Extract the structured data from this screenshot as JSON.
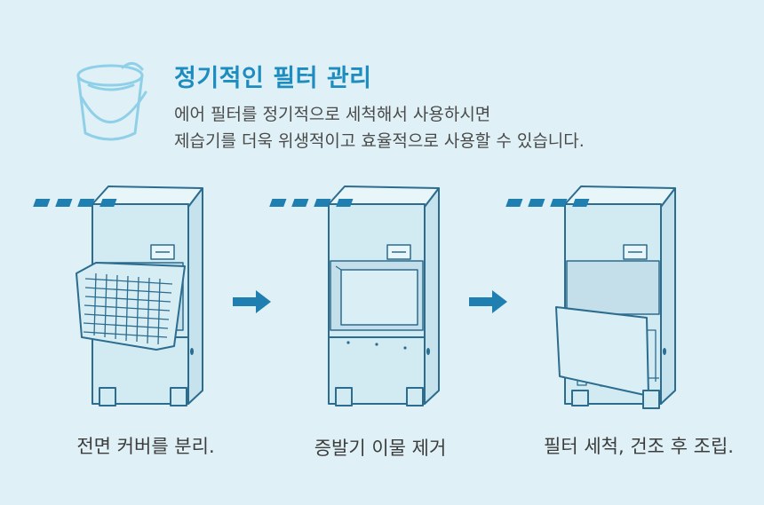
{
  "title": "정기적인 필터 관리",
  "description": [
    "에어 필터를 정기적으로 세척해서 사용하시면",
    "제습기를 더욱 위생적이고 효율적으로 사용할 수 있습니다."
  ],
  "steps": [
    {
      "caption": "전면 커버를 분리."
    },
    {
      "caption": "증발기 이물 제거"
    },
    {
      "caption": "필터 세척, 건조 후 조립."
    }
  ],
  "colors": {
    "background": "#dff1f6",
    "accent": "#1d8cc0",
    "line": "#2b6c8f",
    "unit_fill": "#d2eaf2",
    "arrow": "#1f7fb0",
    "text": "#4a4a4a"
  },
  "icons": {
    "header": "bucket-icon",
    "between_steps": "arrow-right-icon"
  }
}
